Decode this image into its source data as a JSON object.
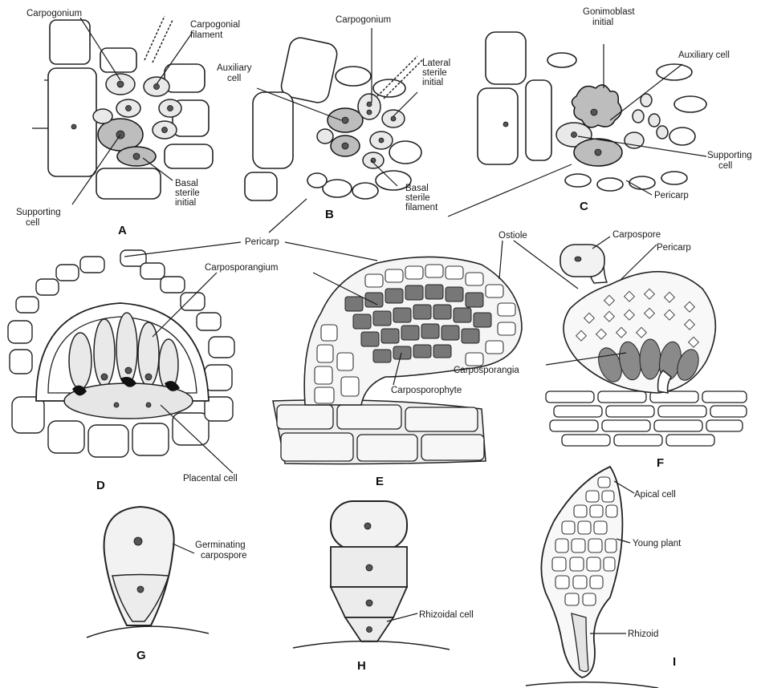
{
  "panels": {
    "A": {
      "letter": "A",
      "carpogonium": "Carpogonium",
      "carpogonial_filament": [
        "Carpogonial",
        "filament"
      ],
      "supporting_cell": [
        "Supporting",
        "cell"
      ],
      "basal_sterile_initial": [
        "Basal",
        "sterile",
        "initial"
      ]
    },
    "B": {
      "letter": "B",
      "carpogonium": "Carpogonium",
      "auxiliary_cell": [
        "Auxiliary",
        "cell"
      ],
      "lateral_sterile_initial": [
        "Lateral",
        "sterile",
        "initial"
      ],
      "basal_sterile_filament": [
        "Basal",
        "sterile",
        "filament"
      ]
    },
    "C": {
      "letter": "C",
      "gonimoblast_initial": [
        "Gonimoblast",
        "initial"
      ],
      "auxiliary_cell": "Auxiliary cell",
      "supporting_cell": [
        "Supporting",
        "cell"
      ],
      "pericarp": "Pericarp"
    },
    "DEF": {
      "pericarp": "Pericarp",
      "carposporangium": "Carposporangium",
      "ostiole": "Ostiole",
      "carpospore": "Carpospore",
      "pericarp_f": "Pericarp",
      "carposporangia": "Carposporangia",
      "carposporophyte": "Carposporophyte",
      "placental_cell": "Placental cell",
      "letter_d": "D",
      "letter_e": "E",
      "letter_f": "F"
    },
    "G": {
      "letter": "G",
      "germinating_carpospore": [
        "Germinating",
        "carpospore"
      ]
    },
    "H": {
      "letter": "H",
      "rhizoidal_cell": "Rhizoidal cell"
    },
    "I": {
      "letter": "I",
      "apical_cell": "Apical cell",
      "young_plant": "Young plant",
      "rhizoid": "Rhizoid"
    }
  }
}
